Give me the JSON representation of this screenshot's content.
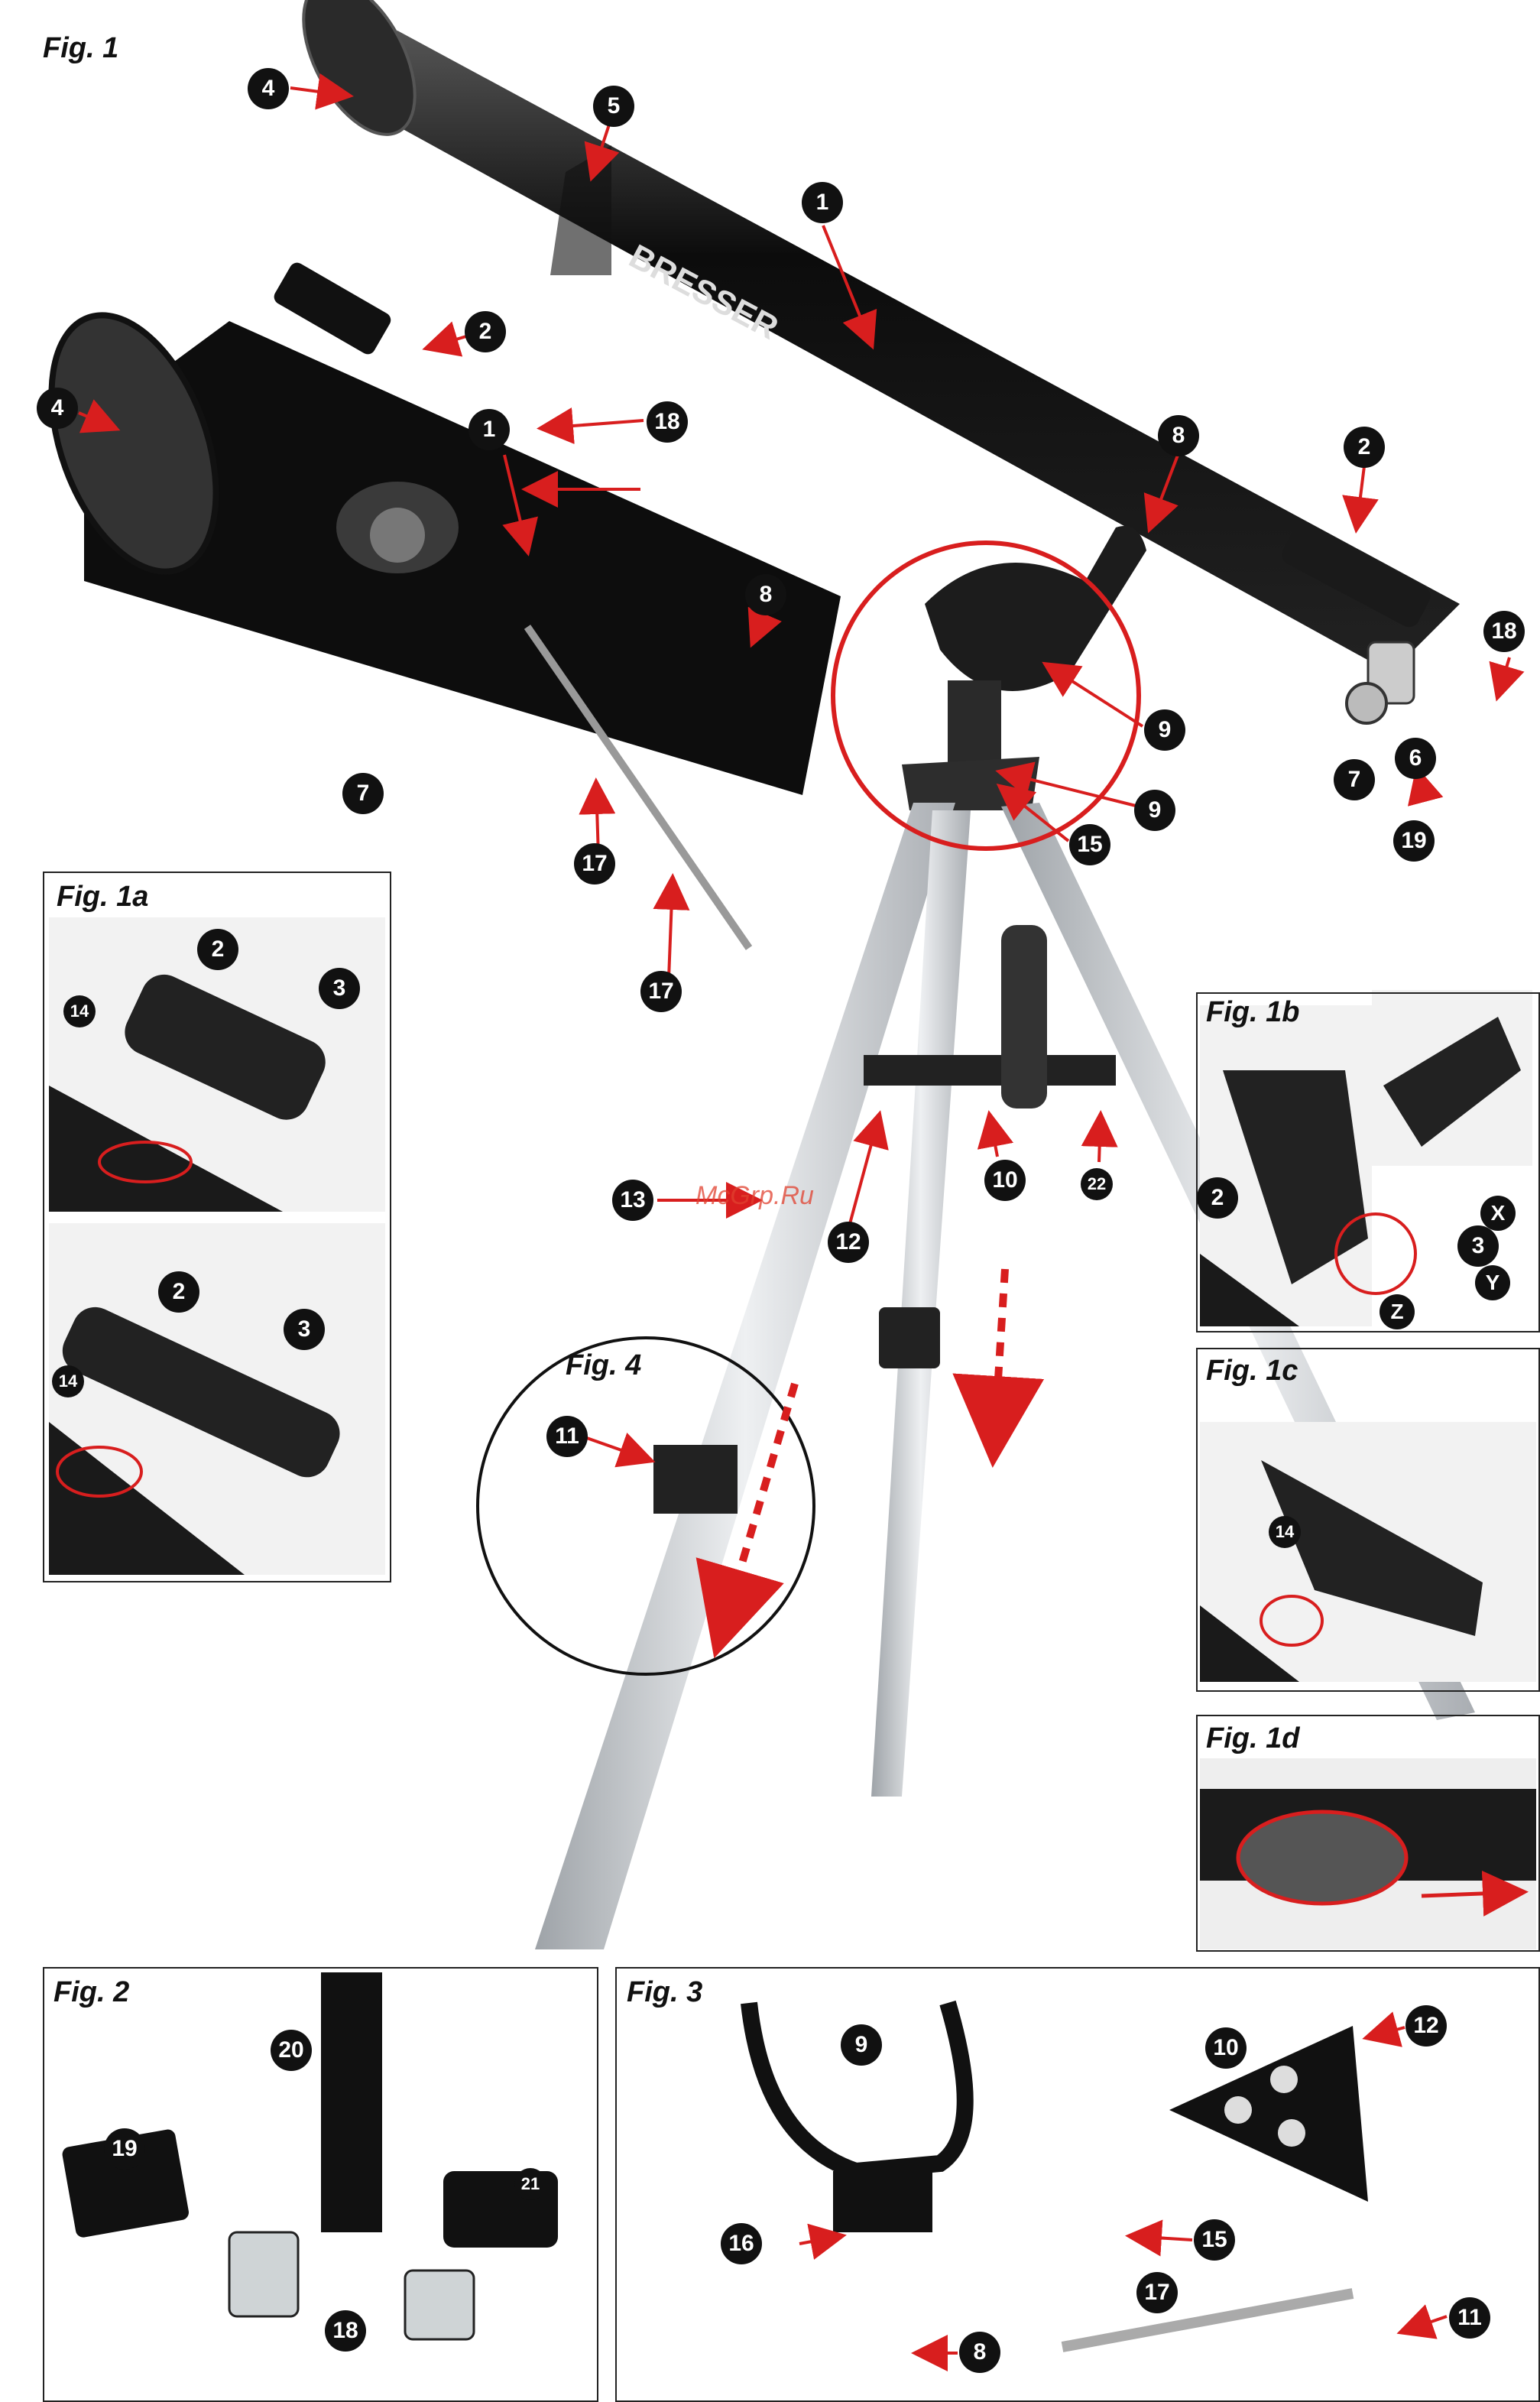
{
  "figures": {
    "fig1": "Fig. 1",
    "fig1a": "Fig. 1a",
    "fig1b": "Fig. 1b",
    "fig1c": "Fig. 1c",
    "fig1d": "Fig. 1d",
    "fig2": "Fig. 2",
    "fig3": "Fig. 3",
    "fig4": "Fig. 4"
  },
  "brand": "BRESSER",
  "watermark": "McGrp.Ru",
  "fig1_callouts": [
    "1",
    "1",
    "2",
    "2",
    "4",
    "4",
    "5",
    "6",
    "7",
    "7",
    "8",
    "8",
    "9",
    "9",
    "10",
    "12",
    "13",
    "15",
    "17",
    "17",
    "18",
    "18",
    "19",
    "22"
  ],
  "fig1a_callouts": [
    "2",
    "3",
    "14",
    "2",
    "3",
    "14"
  ],
  "fig1b_callouts": [
    "2",
    "3"
  ],
  "fig1b_letters": [
    "X",
    "Y",
    "Z"
  ],
  "fig1c_callouts": [
    "14"
  ],
  "fig2_callouts": [
    "19",
    "20",
    "21",
    "18"
  ],
  "fig3_callouts": [
    "9",
    "10",
    "12",
    "16",
    "15",
    "17",
    "8",
    "11"
  ],
  "fig4_callouts": [
    "11"
  ],
  "colors": {
    "arrow": "#d81e1e",
    "callout": "#111111",
    "tube": "#1a1a1a",
    "tripod": "#c9ccd0"
  }
}
